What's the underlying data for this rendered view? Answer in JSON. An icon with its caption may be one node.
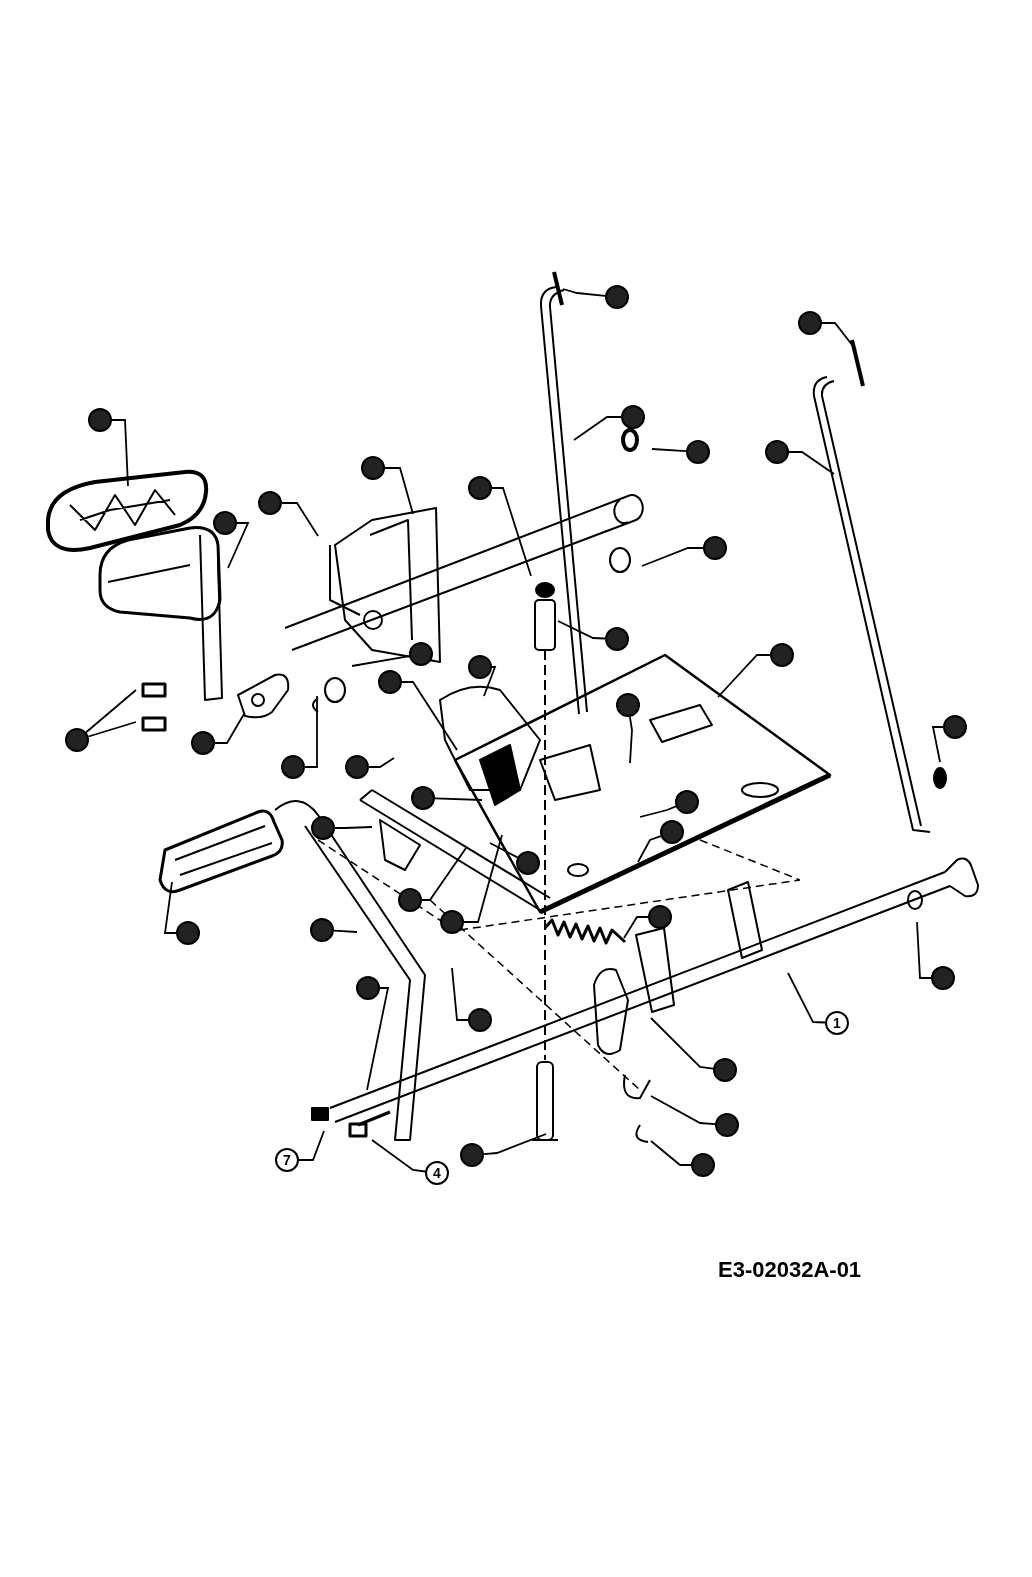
{
  "diagram": {
    "nodes": [
      {
        "text": [],
        "shape": "circle"
      },
      {
        "text": [],
        "shape": "circle"
      },
      {
        "text": [],
        "shape": "circle"
      },
      {
        "text": [],
        "shape": "circle"
      },
      {
        "text": [],
        "shape": "circle"
      },
      {
        "text": [],
        "shape": "circle"
      },
      {
        "text": [],
        "shape": "circle"
      },
      {
        "text": [],
        "shape": "circle"
      },
      {
        "text": [],
        "shape": "circle"
      },
      {
        "text": [],
        "shape": "circle"
      },
      {
        "text": [],
        "shape": "circle"
      },
      {
        "text": [],
        "shape": "circle"
      },
      {
        "text": [],
        "shape": "circle"
      },
      {
        "text": [],
        "shape": "circle"
      },
      {
        "text": [],
        "shape": "circle"
      },
      {
        "text": [],
        "shape": "circle"
      },
      {
        "text": [],
        "shape": "circle"
      },
      {
        "text": [],
        "shape": "circle"
      },
      {
        "text": [],
        "shape": "circle"
      },
      {
        "text": [],
        "shape": "circle"
      },
      {
        "text": [],
        "shape": "circle"
      },
      {
        "text": [],
        "shape": "circle"
      },
      {
        "text": [],
        "shape": "circle"
      },
      {
        "text": [],
        "shape": "circle"
      },
      {
        "text": [],
        "shape": "circle"
      },
      {
        "text": [],
        "shape": "circle"
      },
      {
        "text": [],
        "shape": "circle"
      },
      {
        "text": [],
        "shape": "circle"
      },
      {
        "text": [],
        "shape": "circle"
      },
      {
        "text": [],
        "shape": "circle"
      },
      {
        "text": [],
        "shape": "circle"
      },
      {
        "text": [],
        "shape": "circle"
      },
      {
        "text": [],
        "shape": "circle"
      },
      {
        "text": [],
        "shape": "circle"
      },
      {
        "text": [],
        "shape": "circle"
      },
      {
        "text": [
          "1"
        ]
      },
      {
        "text": [],
        "shape": "circle"
      },
      {
        "text": [],
        "shape": "circle"
      },
      {
        "text": [],
        "shape": "circle"
      },
      {
        "text": [
          "7"
        ]
      },
      {
        "text": [],
        "shape": "circle"
      },
      {
        "text": [
          "4"
        ]
      }
    ],
    "edges": [
      {
        "from": 0,
        "to": null,
        "arrow": "none"
      },
      {
        "from": 1,
        "to": null,
        "arrow": "none"
      },
      {
        "from": 2,
        "to": null,
        "arrow": "none"
      },
      {
        "from": 3,
        "to": null,
        "arrow": "none"
      },
      {
        "from": 4,
        "to": null,
        "arrow": "none"
      },
      {
        "from": 5,
        "to": null,
        "arrow": "none"
      },
      {
        "from": 6,
        "to": null,
        "arrow": "none"
      },
      {
        "from": 7,
        "to": null,
        "arrow": "none"
      },
      {
        "from": 8,
        "to": null,
        "arrow": "none"
      },
      {
        "from": 9,
        "to": null,
        "arrow": "none"
      },
      {
        "from": 10,
        "to": null,
        "arrow": "none"
      },
      {
        "from": 11,
        "to": null,
        "arrow": "none"
      },
      {
        "from": 12,
        "to": null,
        "arrow": "none"
      },
      {
        "from": 13,
        "to": null,
        "arrow": "none"
      },
      {
        "from": 14,
        "to": null,
        "arrow": "none"
      },
      {
        "from": 15,
        "to": null,
        "arrow": "none"
      },
      {
        "from": 16,
        "to": null,
        "arrow": "none"
      },
      {
        "from": 17,
        "to": null,
        "arrow": "none"
      },
      {
        "from": 18,
        "to": null,
        "arrow": "none"
      },
      {
        "from": 18,
        "to": null,
        "arrow": "none"
      },
      {
        "from": 19,
        "to": null,
        "arrow": "none"
      },
      {
        "from": 20,
        "to": null,
        "arrow": "none"
      },
      {
        "from": 21,
        "to": null,
        "arrow": "none"
      },
      {
        "from": 22,
        "to": null,
        "arrow": "none"
      },
      {
        "from": 23,
        "to": null,
        "arrow": "none"
      },
      {
        "from": 24,
        "to": null,
        "arrow": "none"
      },
      {
        "from": 25,
        "to": null,
        "arrow": "none"
      },
      {
        "from": 26,
        "to": null,
        "arrow": "none"
      },
      {
        "from": 27,
        "to": null,
        "arrow": "none"
      },
      {
        "from": 28,
        "to": null,
        "arrow": "none"
      },
      {
        "from": 29,
        "to": null,
        "arrow": "none"
      },
      {
        "from": 30,
        "to": null,
        "arrow": "none"
      },
      {
        "from": 31,
        "to": null,
        "arrow": "none"
      },
      {
        "from": 32,
        "to": null,
        "arrow": "none"
      },
      {
        "from": 33,
        "to": null,
        "arrow": "none"
      },
      {
        "from": 34,
        "to": null,
        "arrow": "none"
      },
      {
        "from": 35,
        "to": null,
        "arrow": "none"
      },
      {
        "from": 36,
        "to": null,
        "arrow": "none"
      },
      {
        "from": 37,
        "to": null,
        "arrow": "none"
      },
      {
        "from": 38,
        "to": null,
        "arrow": "none"
      },
      {
        "from": 39,
        "to": null,
        "arrow": "none"
      },
      {
        "from": 40,
        "to": null,
        "arrow": "none"
      },
      {
        "from": 41,
        "to": null,
        "arrow": "none"
      }
    ],
    "labels": [
      "E3-02032A-01"
    ]
  }
}
